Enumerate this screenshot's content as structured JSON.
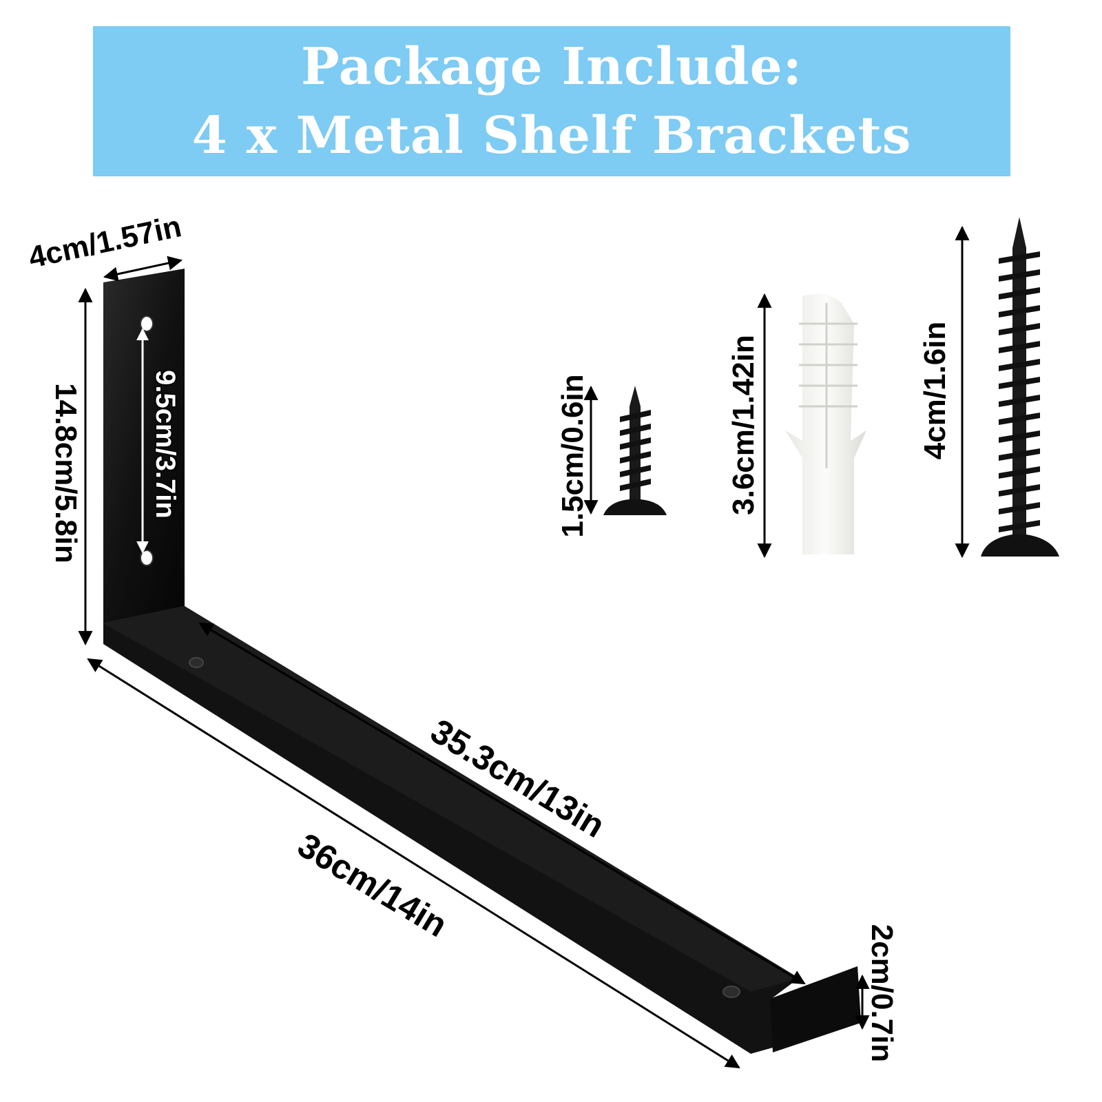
{
  "banner": {
    "line1": "Package Include:",
    "line2": "4 x Metal Shelf Brackets",
    "background": "#7ecbf3",
    "text_color": "#ffffff"
  },
  "dimensions": {
    "bracket_width": "4cm/1.57in",
    "bracket_height": "14.8cm/5.8in",
    "hole_spacing": "9.5cm/3.7in",
    "inner_length": "35.3cm/13in",
    "outer_length": "36cm/14in",
    "lip_height": "2cm/0.7in",
    "short_screw": "1.5cm/0.6in",
    "wall_anchor": "3.6cm/1.42in",
    "long_screw": "4cm/1.6in"
  },
  "colors": {
    "metal": "#111111",
    "anchor": "#f2f2ee"
  }
}
